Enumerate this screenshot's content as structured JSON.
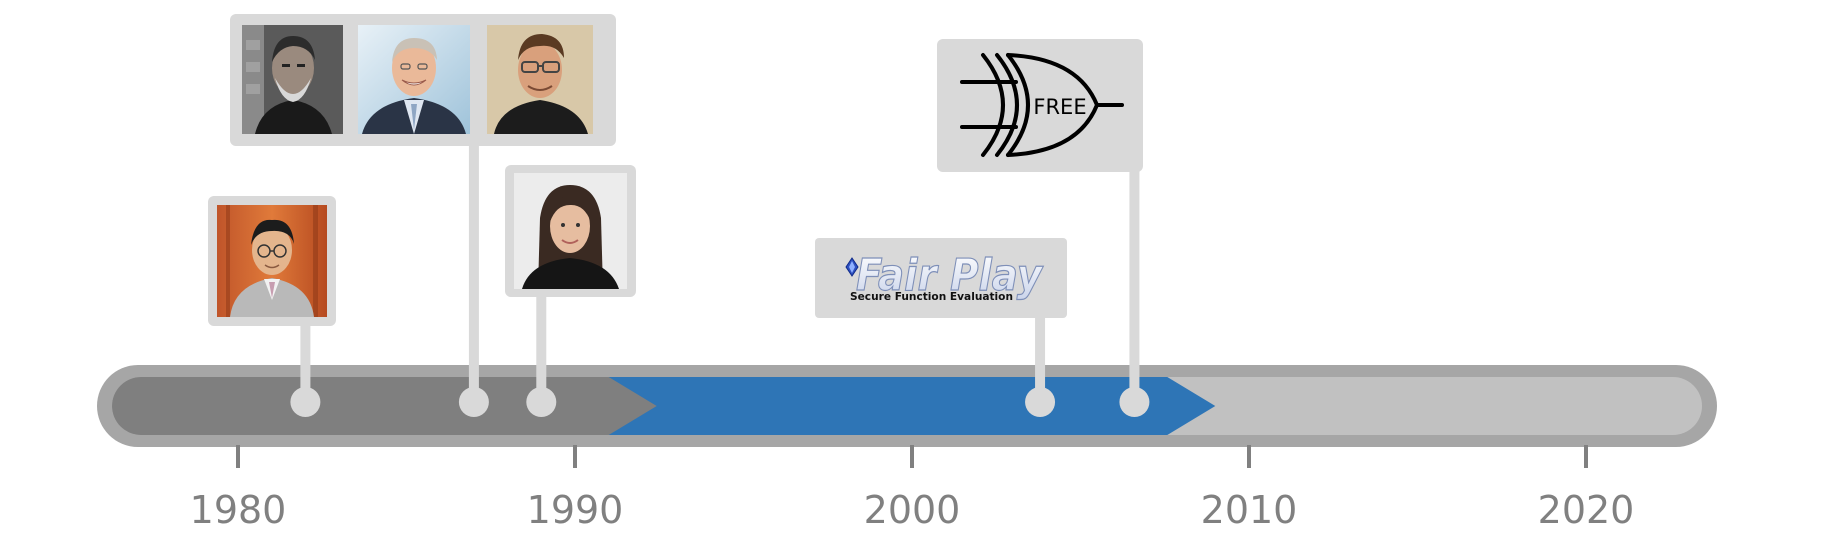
{
  "colors": {
    "track_outer": "#a6a6a6",
    "track_fill": "#c1c1c1",
    "era_dark": "#7f7f7f",
    "era_blue": "#2e75b6",
    "card_bg": "#d9d9d9",
    "stem": "#d9d9d9",
    "tick": "#808080",
    "tick_label": "#808080"
  },
  "axis": {
    "range": [
      1976,
      2024
    ],
    "ticks": [
      {
        "year": 1980,
        "label": "1980"
      },
      {
        "year": 1990,
        "label": "1990"
      },
      {
        "year": 2000,
        "label": "2000"
      },
      {
        "year": 2010,
        "label": "2010"
      },
      {
        "year": 2020,
        "label": "2020"
      }
    ]
  },
  "eras": [
    {
      "id": "early",
      "start": 1976,
      "end": 1993,
      "color_key": "era_dark"
    },
    {
      "id": "middle",
      "start": 1991,
      "end": 2009,
      "color_key": "era_blue"
    }
  ],
  "events": [
    {
      "id": "researcher-glasses-1982",
      "year": 1982,
      "card": "portrait-single",
      "icon": "portrait-man-glasses-icon"
    },
    {
      "id": "researchers-trio-1987",
      "year": 1987,
      "card": "portrait-trio",
      "icons": [
        "portrait-bearded-man-icon",
        "portrait-smiling-man-icon",
        "portrait-man-goggles-icon"
      ]
    },
    {
      "id": "researcher-woman-1989",
      "year": 1989,
      "card": "portrait-single",
      "icon": "portrait-woman-icon"
    },
    {
      "id": "fairplay-2004",
      "year": 2003.8,
      "card": "logo",
      "logo": {
        "title": "Fair Play",
        "subtitle": "Secure Function Evaluation",
        "icon": "fairplay-diamond-icon"
      }
    },
    {
      "id": "free-xor-2008",
      "year": 2006.6,
      "card": "gate",
      "gate": {
        "label": "FREE",
        "icon": "xor-gate-icon"
      }
    }
  ]
}
